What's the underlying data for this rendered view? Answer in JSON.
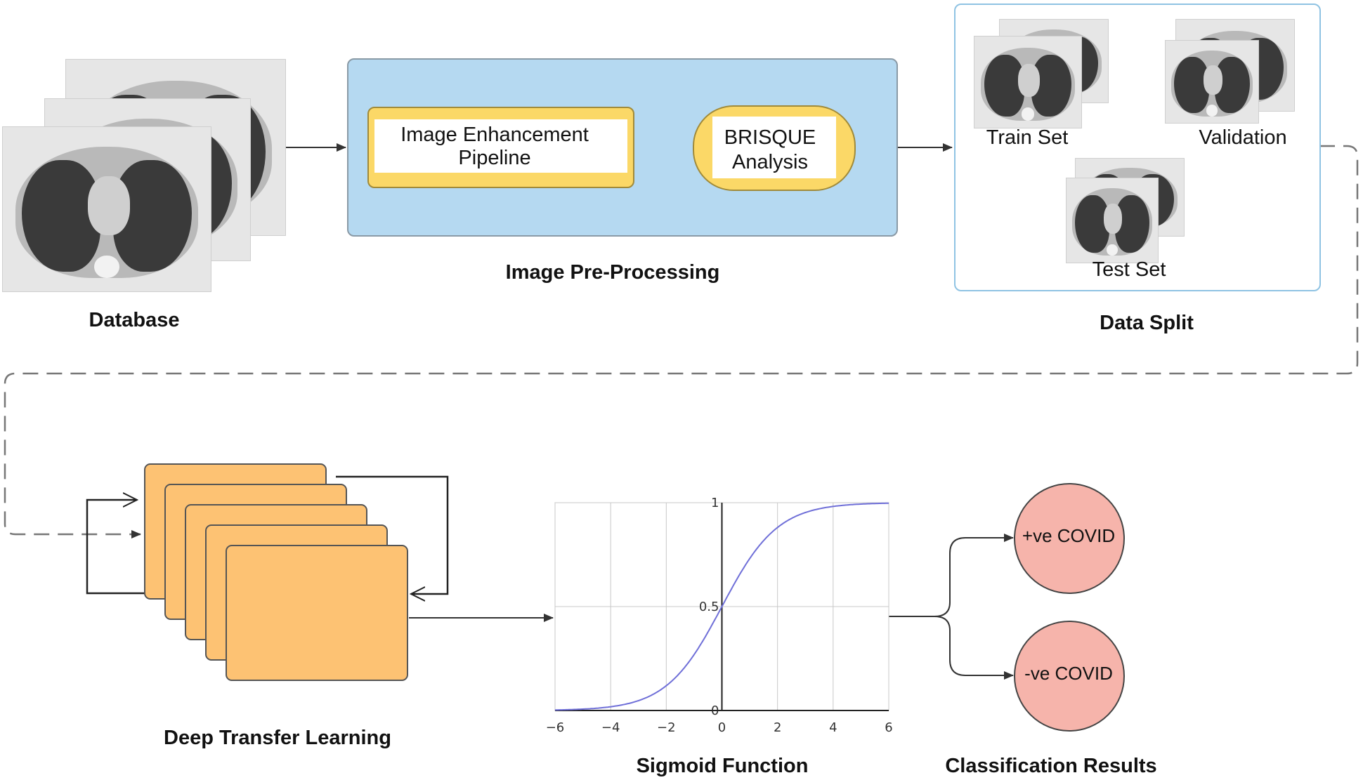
{
  "captions": {
    "database": "Database",
    "preprocessing": "Image Pre-Processing",
    "data_split": "Data Split",
    "deep_transfer": "Deep Transfer Learning",
    "sigmoid": "Sigmoid Function",
    "classification": "Classification Results"
  },
  "preprocessing": {
    "enhancement": "Image Enhancement\nPipeline",
    "brisque": "BRISQUE\nAnalysis"
  },
  "data_split": {
    "train": "Train Set",
    "validation": "Validation",
    "test": "Test Set"
  },
  "results": {
    "positive": "+ve COVID",
    "negative": "-ve COVID"
  },
  "colors": {
    "panel_blue": "#b5d9f1",
    "box_yellow": "#fbd867",
    "layer_orange": "#fdc273",
    "result_pink": "#f6b4ab",
    "split_border": "#8fc3e3",
    "curve": "#6f6fd8"
  },
  "chart_data": {
    "type": "line",
    "function": "sigmoid",
    "x_ticks": [
      "−6",
      "−4",
      "−2",
      "0",
      "2",
      "4",
      "6"
    ],
    "y_ticks": [
      "0",
      "0.5",
      "1"
    ],
    "xlim": [
      -6,
      6
    ],
    "ylim": [
      0,
      1
    ],
    "grid": true,
    "x": [
      -6,
      -5,
      -4,
      -3,
      -2,
      -1,
      0,
      1,
      2,
      3,
      4,
      5,
      6
    ],
    "y": [
      0.0025,
      0.0067,
      0.018,
      0.047,
      0.119,
      0.269,
      0.5,
      0.731,
      0.881,
      0.953,
      0.982,
      0.993,
      0.9975
    ]
  }
}
